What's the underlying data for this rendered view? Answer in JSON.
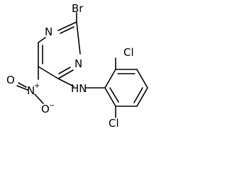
{
  "molecule": {
    "atoms": {
      "bromine": "Br",
      "ring_nitrogen_top": "N",
      "ring_nitrogen_right": "N",
      "amine": "HN",
      "chlorine_top": "Cl",
      "chlorine_bottom": "Cl",
      "nitro_nitrogen": "N",
      "nitro_nitrogen_charge": "+",
      "nitro_oxygen_double": "O",
      "nitro_oxygen_single": "O",
      "nitro_oxygen_charge": "−"
    }
  }
}
